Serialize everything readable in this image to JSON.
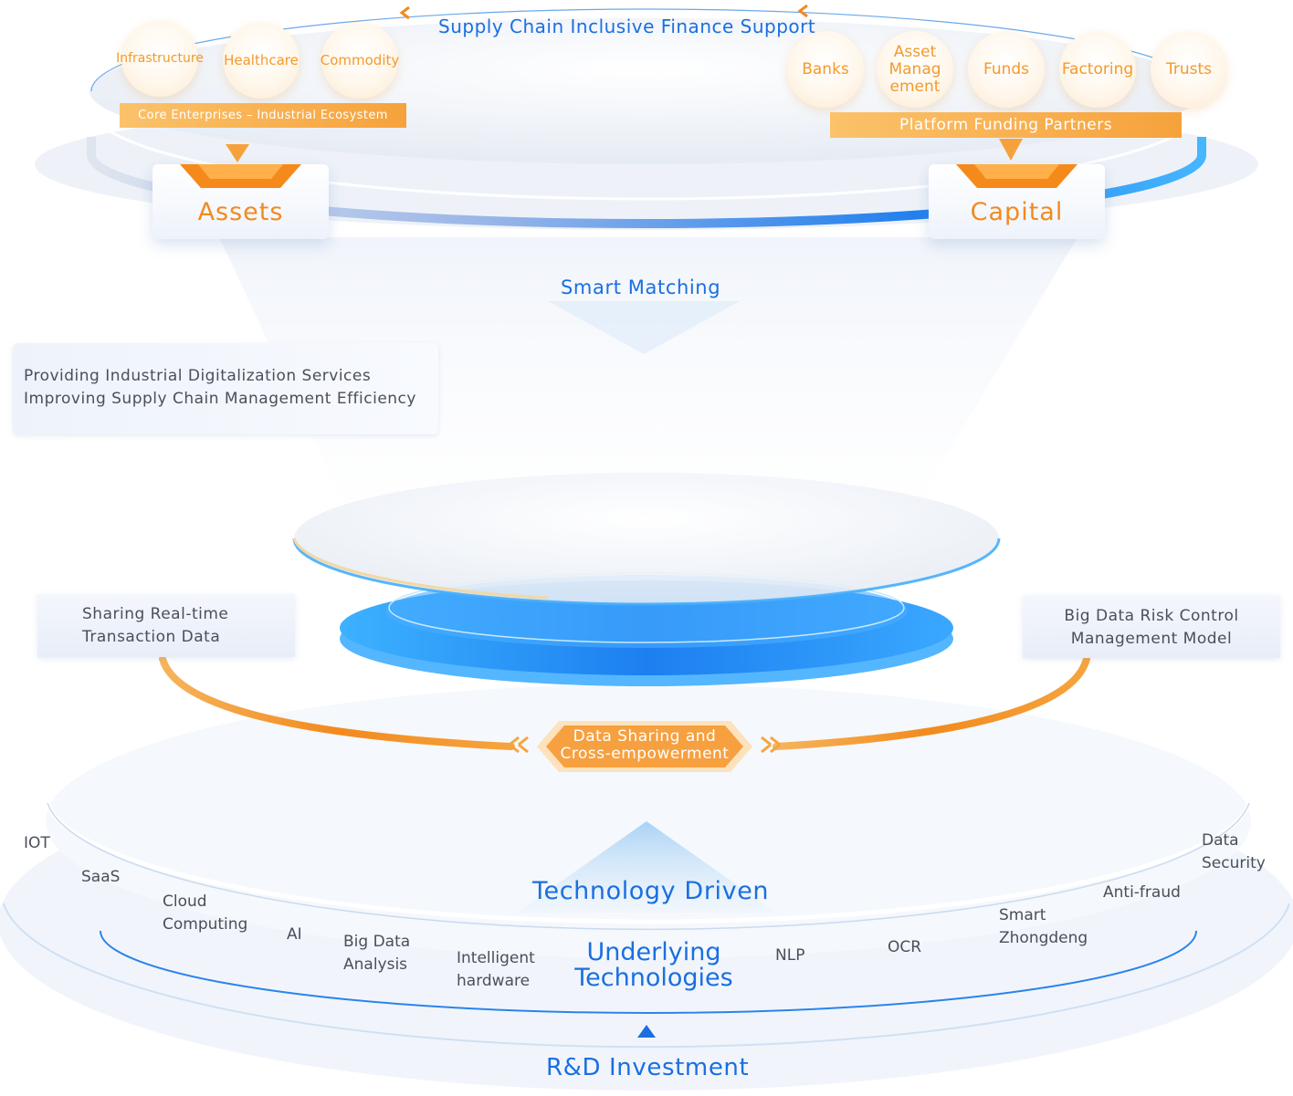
{
  "top": {
    "title": "Supply Chain Inclusive Finance Support",
    "industries": [
      "Infrastructure",
      "Healthcare",
      "Commodity"
    ],
    "core_bar": "Core Enterprises – Industrial Ecosystem",
    "partners": [
      "Banks",
      "Asset Manag ement",
      "Funds",
      "Factoring",
      "Trusts"
    ],
    "partner_bar": "Platform Funding Partners",
    "assets_label": "Assets",
    "capital_label": "Capital"
  },
  "middle": {
    "smart_matching": "Smart Matching",
    "services_line1": "Providing Industrial Digitalization Services",
    "services_line2": "Improving Supply Chain Management Efficiency",
    "sharing_line1": "Sharing Real-time",
    "sharing_line2": "Transaction Data",
    "risk_line1": "Big Data Risk Control",
    "risk_line2": "Management Model",
    "badge_line1": "Data Sharing and",
    "badge_line2": "Cross-empowerment"
  },
  "bottom": {
    "technology_driven": "Technology Driven",
    "underlying_line1": "Underlying",
    "underlying_line2": "Technologies",
    "rd_investment": "R&D Investment",
    "tech": {
      "iot": "IOT",
      "saas": "SaaS",
      "cloud_1": "Cloud",
      "cloud_2": "Computing",
      "ai": "AI",
      "bigdata_1": "Big Data",
      "bigdata_2": "Analysis",
      "hardware_1": "Intelligent",
      "hardware_2": "hardware",
      "nlp": "NLP",
      "ocr": "OCR",
      "smart_1": "Smart",
      "smart_2": "Zhongdeng",
      "antifraud": "Anti-fraud",
      "security_1": "Data",
      "security_2": "Security"
    }
  },
  "colors": {
    "blue": "#1a6fe0",
    "orange": "#f28a1e",
    "grey": "#4a4f5a"
  }
}
